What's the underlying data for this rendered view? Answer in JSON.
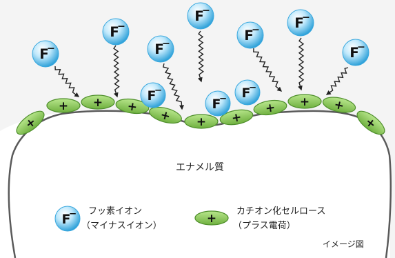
{
  "enamel_label": "エナメル質",
  "fluoride_symbol": "F",
  "fluoride_charge": "−",
  "plus_symbol": "+",
  "legend": {
    "fluoride_line1": "フッ素イオン",
    "fluoride_line2": "（マイナスイオン）",
    "cation_line1": "カチオン化セルロース",
    "cation_line2": "（プラス電荷）"
  },
  "image_note": "イメージ図",
  "colors": {
    "ion_light": "#d8f2ff",
    "ion_dark": "#2a9fd8",
    "cation_fill": "#8ecf5a",
    "cation_stroke": "#4f8f2c",
    "arrow": "#222222",
    "enamel_fill": "#ffffff",
    "enamel_outline": "#5a5a5a"
  }
}
